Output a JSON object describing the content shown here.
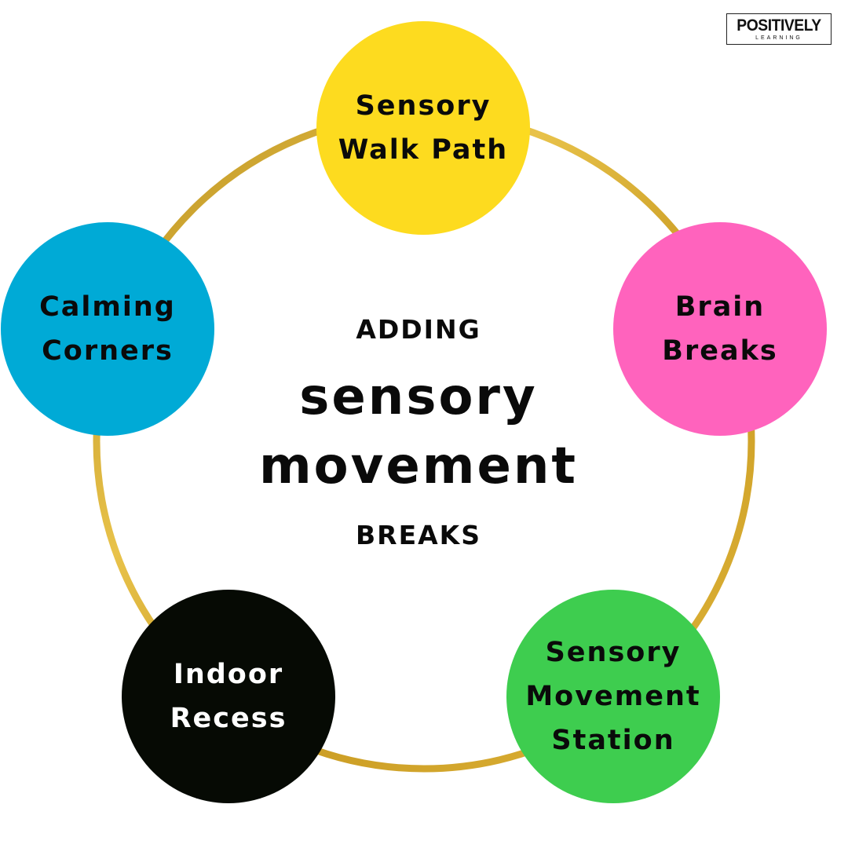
{
  "logo": {
    "title": "POSITIVELY",
    "subtitle": "LEARNING"
  },
  "center": {
    "line1": "ADDING",
    "line2": "sensory",
    "line3": "movement",
    "line4": "BREAKS"
  },
  "nodes": [
    {
      "lines": [
        "Sensory",
        "Walk Path"
      ],
      "color": "#fddb1f"
    },
    {
      "lines": [
        "Brain",
        "Breaks"
      ],
      "color": "#ff63bd"
    },
    {
      "lines": [
        "Sensory",
        "Movement",
        "Station"
      ],
      "color": "#3ecd4f"
    },
    {
      "lines": [
        "Indoor",
        "Recess"
      ],
      "color": "#060a04"
    },
    {
      "lines": [
        "Calming",
        "Corners"
      ],
      "color": "#00aad6"
    }
  ],
  "ring_color": "#d4a92c"
}
